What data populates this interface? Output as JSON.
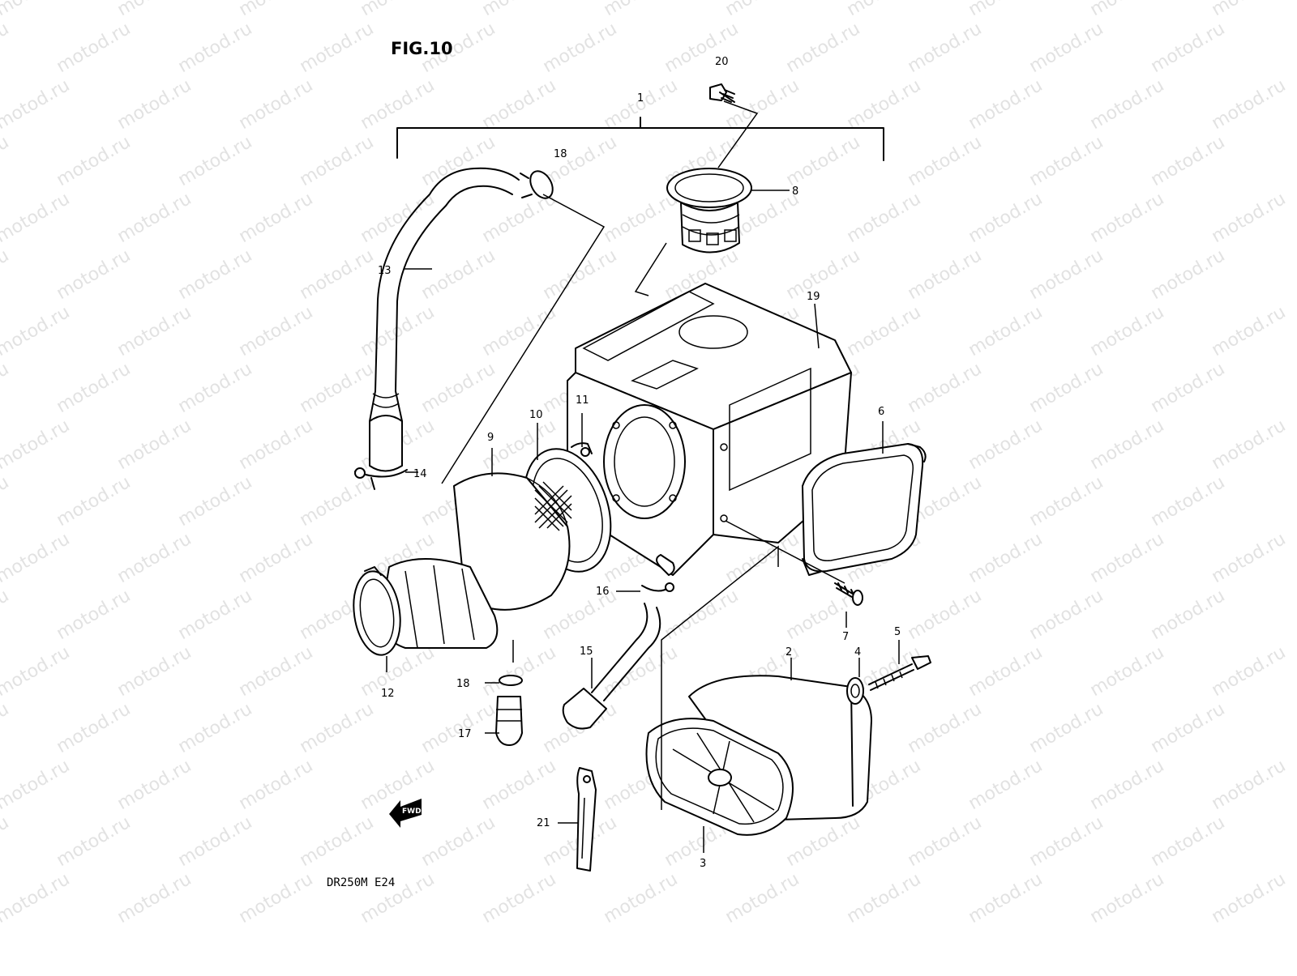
{
  "figure_title": "FIG.10",
  "model_code": "DR250M E24",
  "direction_label": "FWD",
  "watermark_text": "motod.ru",
  "callouts": [
    "1",
    "2",
    "3",
    "4",
    "5",
    "6",
    "7",
    "8",
    "9",
    "10",
    "11",
    "12",
    "13",
    "14",
    "15",
    "16",
    "17",
    "18",
    "18",
    "19",
    "20",
    "21"
  ],
  "colors": {
    "line": "#000000",
    "watermark": "#cfcfcf",
    "background": "#ffffff"
  }
}
